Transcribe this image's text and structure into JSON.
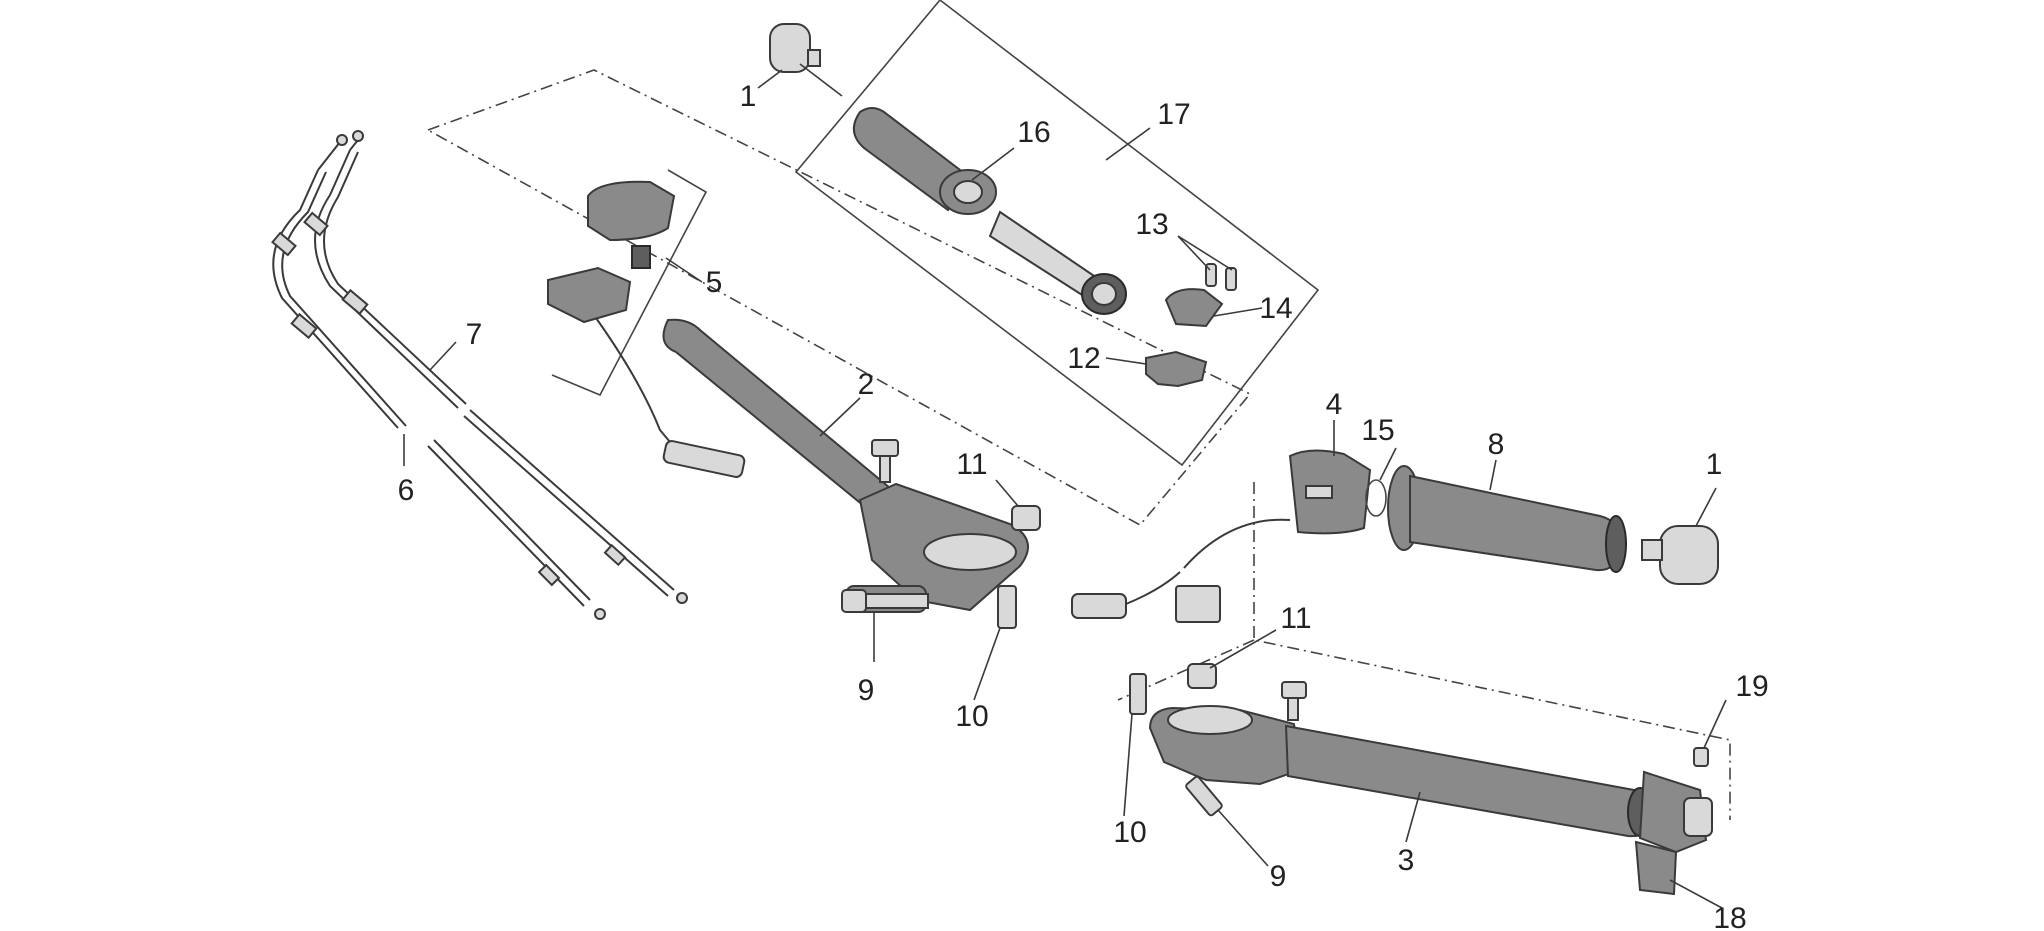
{
  "callouts": {
    "c1a": "1",
    "c1b": "1",
    "c2": "2",
    "c3": "3",
    "c4": "4",
    "c5": "5",
    "c6": "6",
    "c7": "7",
    "c8": "8",
    "c9a": "9",
    "c9b": "9",
    "c10a": "10",
    "c10b": "10",
    "c11a": "11",
    "c11b": "11",
    "c12": "12",
    "c13": "13",
    "c14": "14",
    "c15": "15",
    "c16": "16",
    "c17": "17",
    "c18": "18",
    "c19": "19"
  },
  "colors": {
    "part": "#8a8a8a",
    "part_light": "#d9d9d9",
    "outline": "#3a3a3a"
  }
}
